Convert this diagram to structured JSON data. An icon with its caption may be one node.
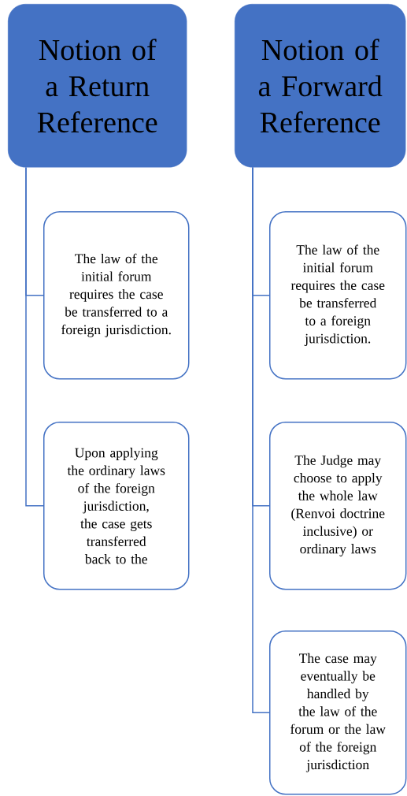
{
  "diagram": {
    "nodes": [
      {
        "text": [
          "Notion of a Return Reference"
        ]
      },
      {
        "text": [
          "The law of the initial forum requires the case be transferred to a foreign jurisdiction."
        ]
      },
      {
        "text": [
          "Upon applying the ordinary laws of the foreign jurisdiction, the case gets transferred back to the"
        ]
      },
      {
        "text": [
          "Notion of a Forward Reference"
        ]
      },
      {
        "text": [
          "The law of the initial forum requires the case be transferred to a foreign jurisdiction."
        ]
      },
      {
        "text": [
          "The Judge may choose to apply the whole law (Renvoi doctrine inclusive) or ordinary laws"
        ]
      },
      {
        "text": [
          "The case may eventually be handled by the law of the forum or the law of the foreign jurisdiction"
        ]
      }
    ],
    "edges": [
      {
        "from": 0,
        "to": 1,
        "arrow": "none"
      },
      {
        "from": 0,
        "to": 2,
        "arrow": "none"
      },
      {
        "from": 3,
        "to": 4,
        "arrow": "none"
      },
      {
        "from": 3,
        "to": 5,
        "arrow": "none"
      },
      {
        "from": 3,
        "to": 6,
        "arrow": "none"
      }
    ]
  }
}
